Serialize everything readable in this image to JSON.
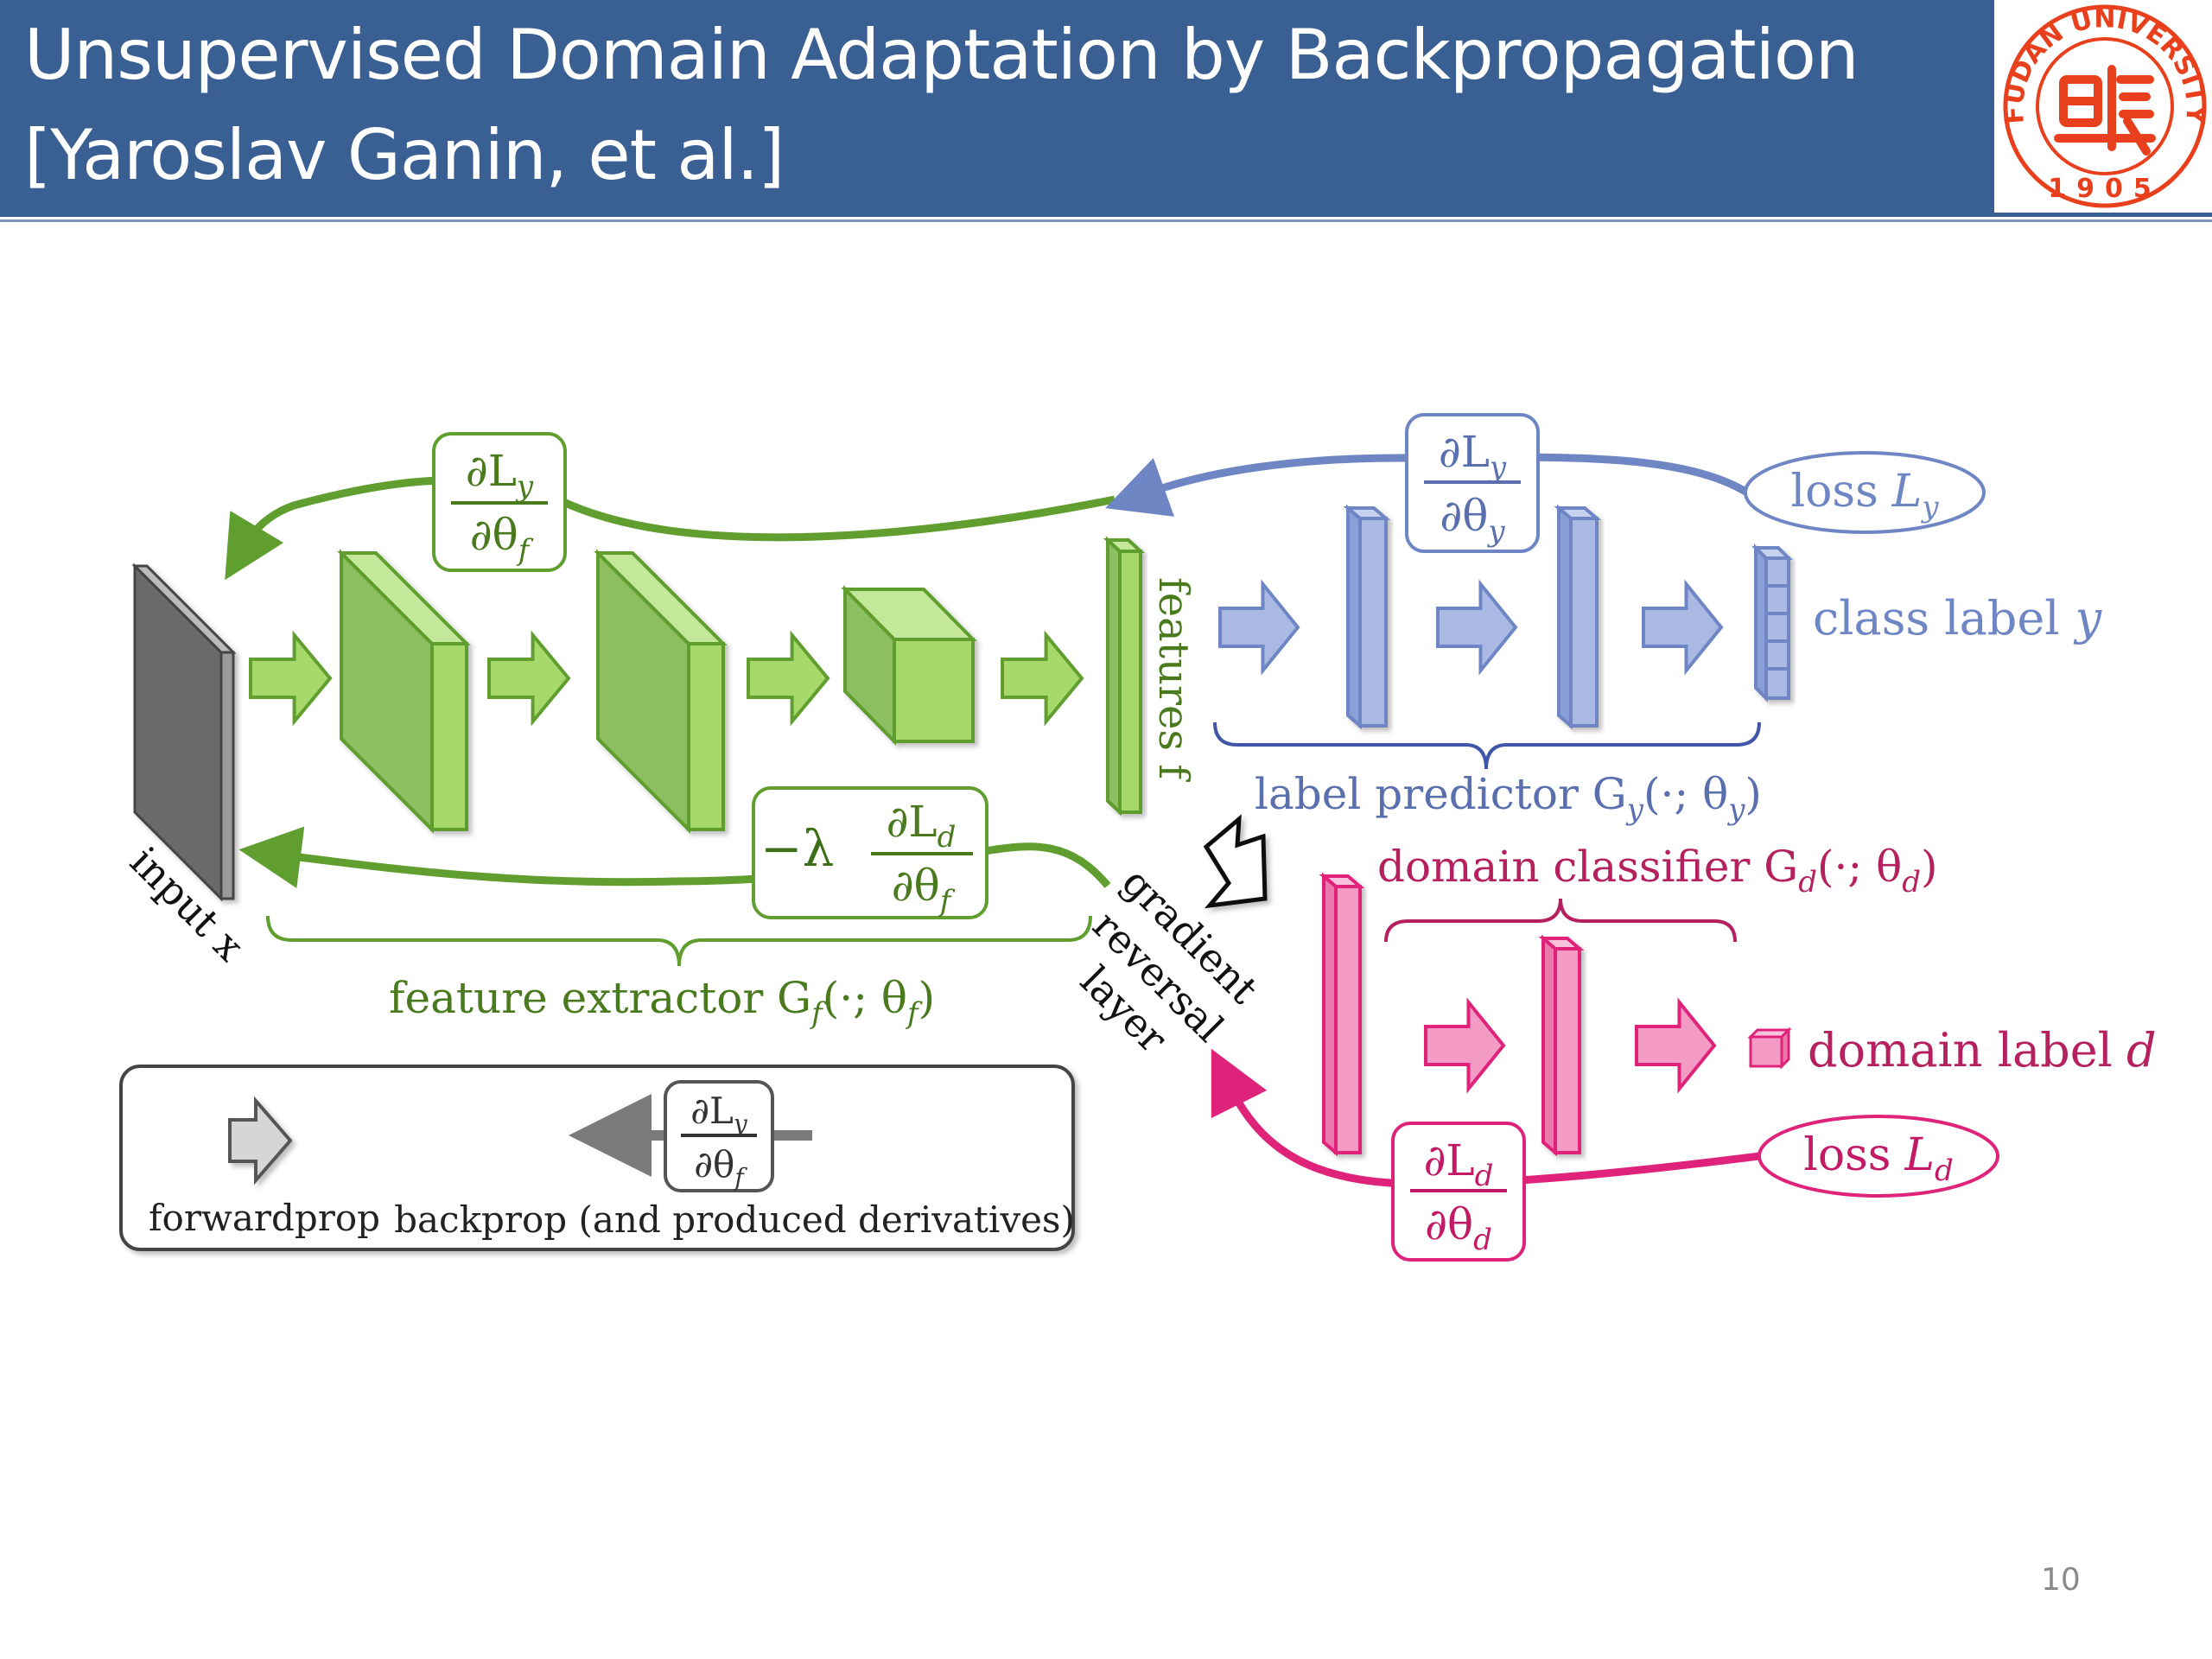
{
  "slide": {
    "title_line1": "Unsupervised Domain Adaptation by Backpropagation",
    "title_line2": "[Yaroslav Ganin, et al.]",
    "page_number": "10",
    "logo": {
      "text_top": "FUDAN UNIVERSITY",
      "year": "1905",
      "icon": "university-seal-icon",
      "color": "#e8401c"
    },
    "header_color": "#3a5f93"
  },
  "diagram": {
    "colors": {
      "feature_extractor": "#5f9e2f",
      "feature_fill": "#a6d96a",
      "label_predictor": "#6f86c4",
      "label_fill": "#a9b9e4",
      "domain_classifier": "#e0237a",
      "domain_fill": "#f39bc4",
      "input": "#6b6b6b"
    },
    "input_label": "input x",
    "features_label": "features f",
    "feature_extractor_label": "feature extractor G",
    "feature_extractor_sub": "f",
    "feature_extractor_params": "(·; θ",
    "label_predictor_label": "label predictor G",
    "label_predictor_sub": "y",
    "label_predictor_params": "(·; θ",
    "domain_classifier_label": "domain classifier G",
    "domain_classifier_sub": "d",
    "domain_classifier_params": "(·; θ",
    "class_label": "class label",
    "class_label_var": "y",
    "domain_label": "domain label",
    "domain_label_var": "d",
    "loss_y": "loss",
    "loss_y_var": "L",
    "loss_y_sub": "y",
    "loss_d": "loss",
    "loss_d_var": "L",
    "loss_d_sub": "d",
    "grl_line1": "gradient",
    "grl_line2": "reversal",
    "grl_line3": "layer",
    "deriv_top": "∂L",
    "deriv_bottom": "∂θ",
    "deriv_ly_thetaf": {
      "num_sub": "y",
      "den_sub": "f"
    },
    "deriv_ly_thetay": {
      "num_sub": "y",
      "den_sub": "y"
    },
    "deriv_ld_thetad": {
      "num_sub": "d",
      "den_sub": "d"
    },
    "deriv_ld_thetaf": {
      "prefix": "−λ",
      "num_sub": "d",
      "den_sub": "f"
    },
    "legend": {
      "forward_label": "forwardprop",
      "backward_label": "backprop (and produced derivatives)",
      "deriv": {
        "num_sub": "y",
        "den_sub": "f"
      }
    }
  }
}
